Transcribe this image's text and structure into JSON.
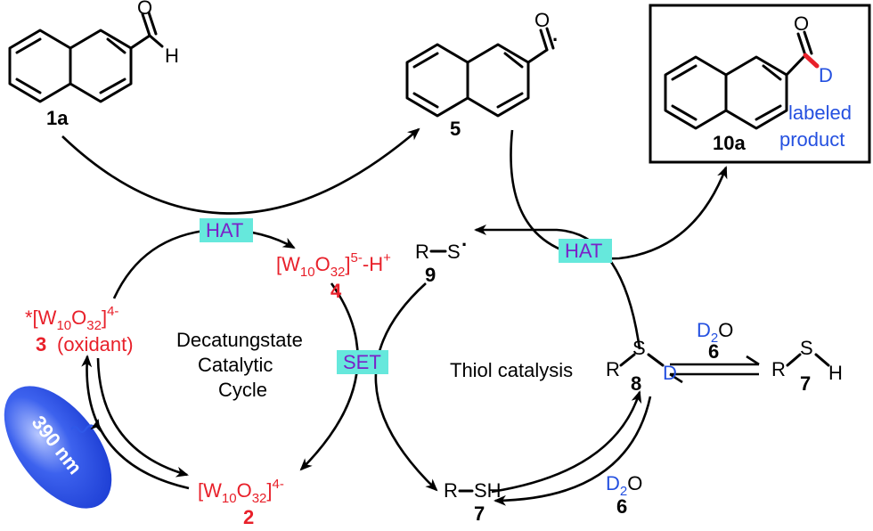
{
  "compounds": {
    "c1a": {
      "label": "1a",
      "h": "H",
      "o": "O"
    },
    "c5": {
      "label": "5",
      "o": "O",
      "dot": "·"
    },
    "c10a": {
      "label": "10a",
      "o": "O",
      "d": "D",
      "note1": "labeled",
      "note2": "product"
    },
    "c9": {
      "r": "R",
      "s": "S",
      "dot": "·",
      "label": "9"
    },
    "c8": {
      "r": "R",
      "s": "S",
      "d": "D",
      "label": "8"
    },
    "c7_right": {
      "r": "R",
      "s": "S",
      "h": "H",
      "label": "7"
    },
    "c7_bottom": {
      "r": "R",
      "sh": "SH",
      "label": "7"
    },
    "c4": {
      "w": "[W",
      "sub1": "10",
      "o": "O",
      "sub2": "32",
      "close": "]",
      "sup": "5-",
      "h": "H",
      "hplus": "+",
      "label": "4"
    },
    "c3": {
      "star": "*[W",
      "sub1": "10",
      "o": "O",
      "sub2": "32",
      "close": "]",
      "sup": "4-",
      "label": "3",
      "note": "(oxidant)"
    },
    "c2": {
      "w": "[W",
      "sub1": "10",
      "o": "O",
      "sub2": "32",
      "close": "]",
      "sup": "4-",
      "label": "2"
    },
    "d2o_right": {
      "d": "D",
      "sub": "2",
      "o": "O",
      "label": "6"
    },
    "d2o_bottom": {
      "d": "D",
      "sub": "2",
      "o": "O",
      "label": "6"
    }
  },
  "steps": {
    "hat_left": "HAT",
    "hat_right": "HAT",
    "set": "SET"
  },
  "cycles": {
    "decatungstate_line1": "Decatungstate",
    "decatungstate_line2": "Catalytic",
    "decatungstate_line3": "Cycle",
    "thiol": "Thiol catalysis"
  },
  "light": {
    "label": "390 nm"
  },
  "colors": {
    "tungsten": "#e8202a",
    "deuterium": "#2450e0",
    "step_box": "#66e8dc",
    "step_text": "#7a22c8",
    "light": "#2f58e8"
  }
}
